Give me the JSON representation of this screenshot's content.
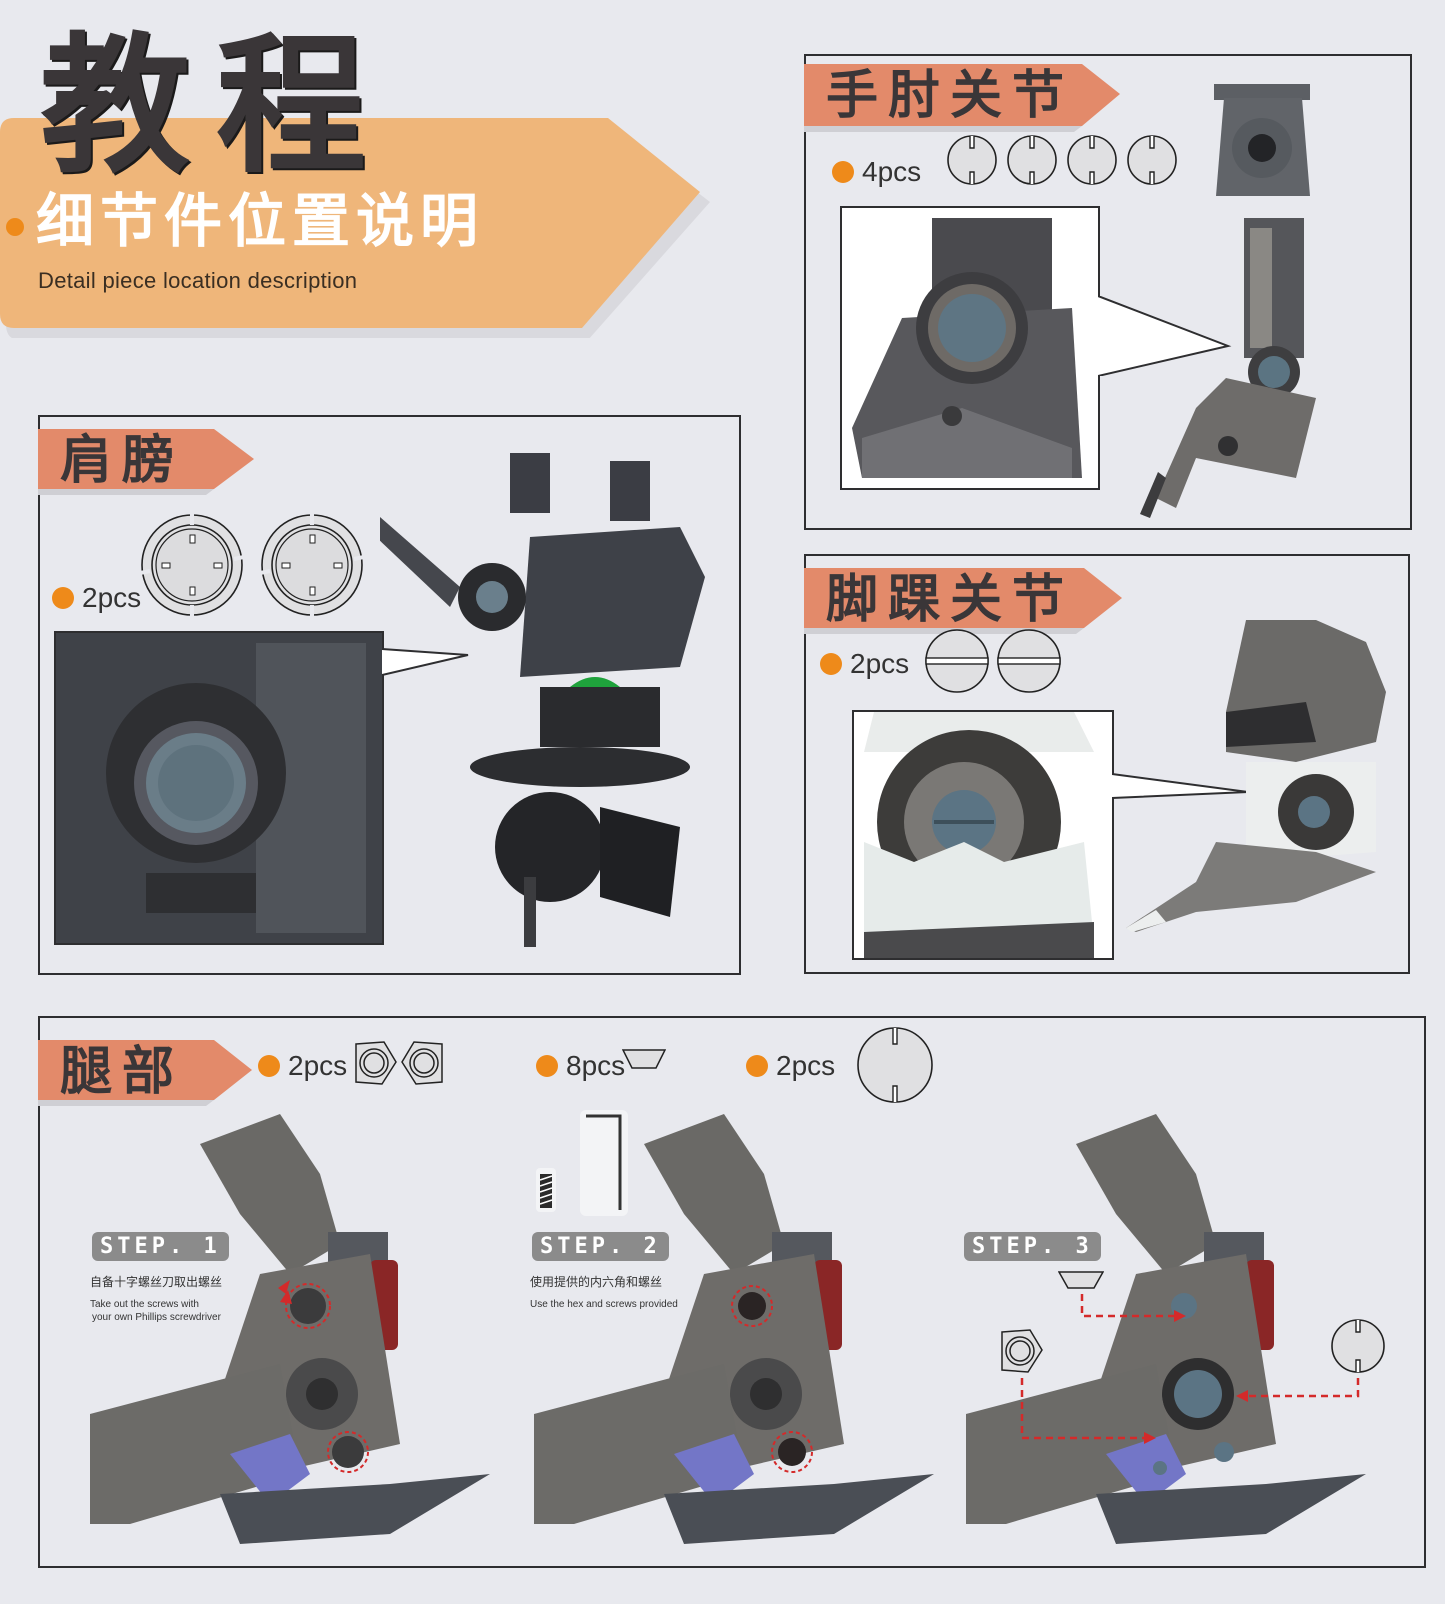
{
  "header": {
    "title": "教程",
    "subtitle": "细节件位置说明",
    "subtitle_en": "Detail piece location description",
    "banner_color": "#efb67a",
    "accent_dot": "#ee8a1a"
  },
  "colors": {
    "tag_salmon": "#e38a6a",
    "tag_text": "#3a3638",
    "background": "#e8e9ee",
    "border": "#2e2e30",
    "arrow_red": "#d42a2a"
  },
  "sections": {
    "elbow": {
      "label": "手肘关节",
      "quantity": "4pcs",
      "piece_icon": "round-disc-slotted-icon",
      "piece_count": 4
    },
    "shoulder": {
      "label": "肩膀",
      "quantity": "2pcs",
      "piece_icon": "ring-disc-four-notch-icon",
      "piece_count": 2
    },
    "ankle": {
      "label": "脚踝关节",
      "quantity": "2pcs",
      "piece_icon": "disc-horizontal-slot-icon",
      "piece_count": 2
    },
    "leg": {
      "label": "腿部",
      "parts": [
        {
          "quantity": "2pcs",
          "icon": "hex-nut-icon"
        },
        {
          "quantity": "8pcs",
          "icon": "trapezoid-washer-icon"
        },
        {
          "quantity": "2pcs",
          "icon": "round-disc-slotted-icon"
        }
      ],
      "steps": [
        {
          "badge": "STEP. 1",
          "cn": "自备十字螺丝刀取出螺丝",
          "en_line1": "Take out the screws with",
          "en_line2": "your own Phillips screwdriver"
        },
        {
          "badge": "STEP. 2",
          "cn": "使用提供的内六角和螺丝",
          "en_line1": "Use the hex and screws provided",
          "en_line2": ""
        },
        {
          "badge": "STEP. 3",
          "cn": "",
          "en_line1": "",
          "en_line2": ""
        }
      ]
    }
  }
}
